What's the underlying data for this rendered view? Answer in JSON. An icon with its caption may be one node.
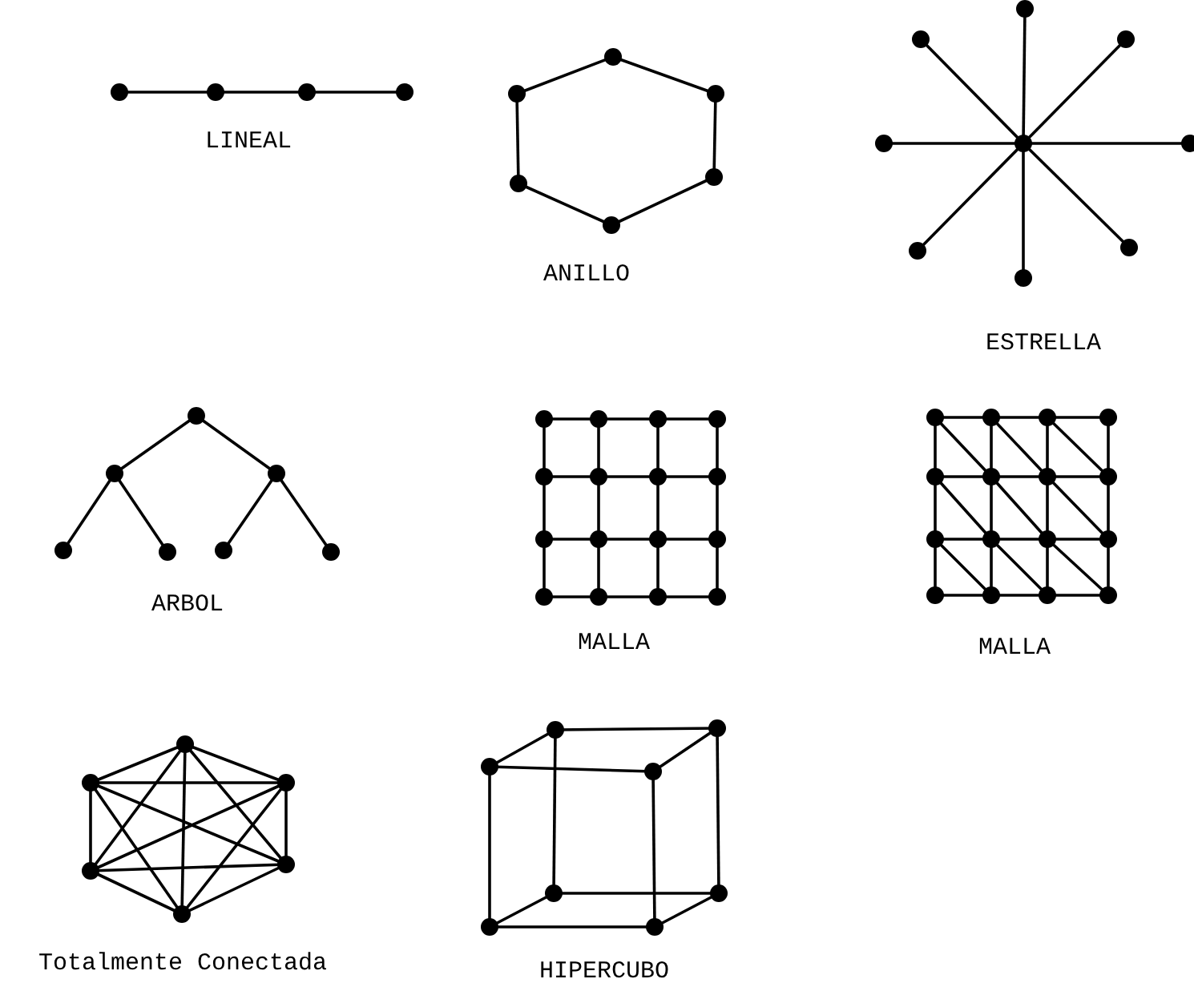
{
  "diagram": {
    "nodes": [
      {
        "text": [],
        "shape": "picture",
        "beside": [
          "LINEAL"
        ]
      },
      {
        "text": [],
        "shape": "picture",
        "beside": [
          "ANILLO"
        ]
      },
      {
        "text": [],
        "shape": "picture",
        "beside": [
          "ESTRELLA"
        ]
      },
      {
        "text": [],
        "shape": "picture",
        "beside": [
          "ARBOL"
        ]
      },
      {
        "text": [],
        "shape": "picture",
        "beside": [
          "MALLA"
        ]
      },
      {
        "text": [],
        "shape": "picture",
        "beside": [
          "MALLA"
        ]
      },
      {
        "text": [],
        "shape": "picture",
        "beside": [
          "Totalmente Conectada"
        ]
      },
      {
        "text": [],
        "shape": "picture",
        "beside": [
          "HIPERCUBO"
        ]
      }
    ]
  }
}
